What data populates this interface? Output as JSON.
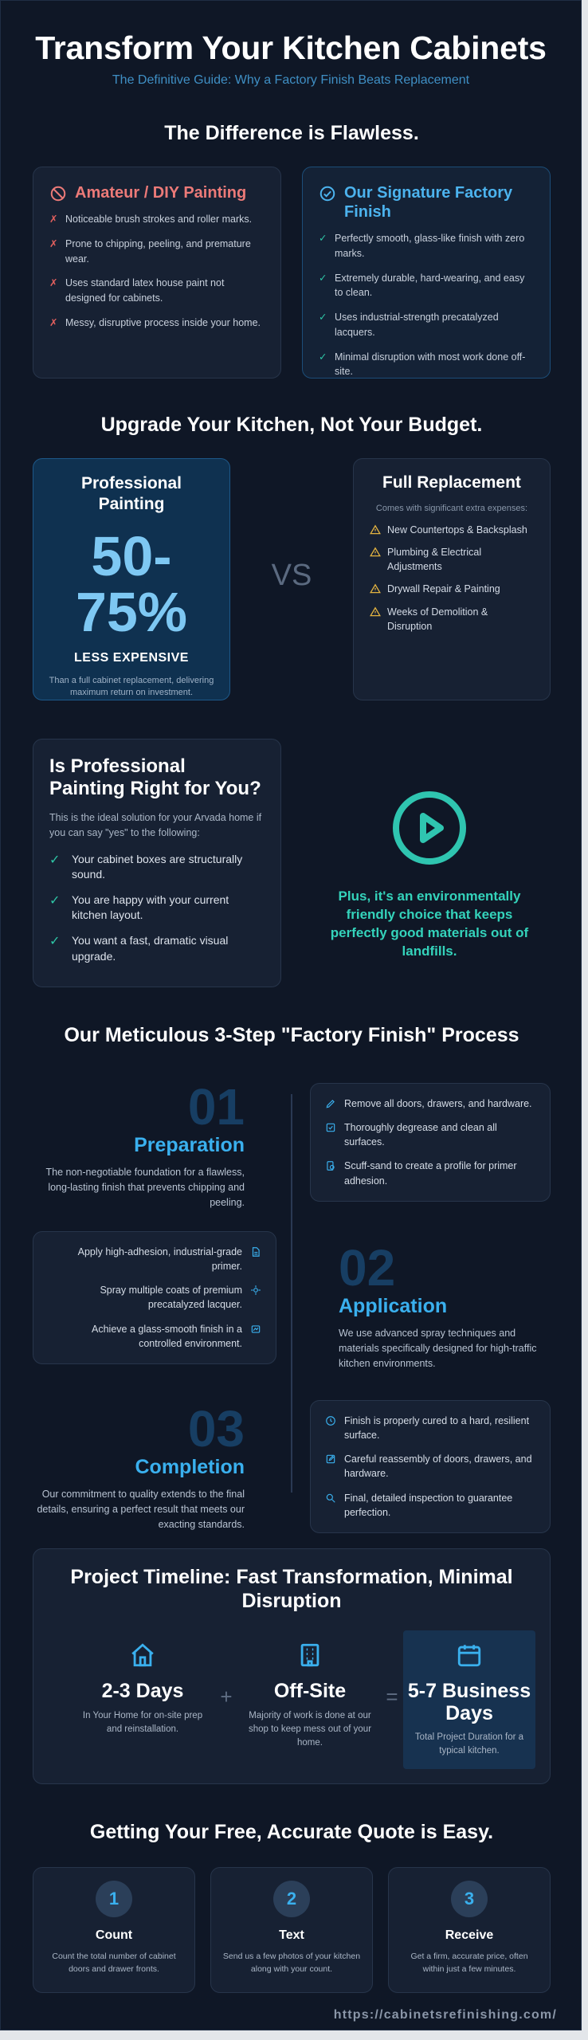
{
  "hero": {
    "title": "Transform Your Kitchen Cabinets",
    "subtitle": "The Definitive Guide: Why a Factory Finish Beats Replacement"
  },
  "difference": {
    "title": "The Difference is Flawless.",
    "amateur": {
      "icon": "prohibited-icon",
      "title": "Amateur / DIY Painting",
      "items": [
        "Noticeable brush strokes and roller marks.",
        "Prone to chipping, peeling, and premature wear.",
        "Uses standard latex house paint not designed for cabinets.",
        "Messy, disruptive process inside your home."
      ]
    },
    "factory": {
      "icon": "check-circle-icon",
      "title": "Our Signature Factory Finish",
      "items": [
        "Perfectly smooth, glass-like finish with zero marks.",
        "Extremely durable, hard-wearing, and easy to clean.",
        "Uses industrial-strength precatalyzed lacquers.",
        "Minimal disruption with most work done off-site."
      ]
    }
  },
  "upgrade": {
    "title": "Upgrade Your Kitchen, Not Your Budget.",
    "painting": {
      "title": "Professional Painting",
      "value": "50-75%",
      "label": "LESS EXPENSIVE",
      "desc": "Than a full cabinet replacement, delivering maximum return on investment."
    },
    "vs": "VS",
    "replacement": {
      "title": "Full Replacement",
      "sub": "Comes with significant extra expenses:",
      "items": [
        "New Countertops & Backsplash",
        "Plumbing & Electrical Adjustments",
        "Drywall Repair & Painting",
        "Weeks of Demolition & Disruption"
      ]
    }
  },
  "fit": {
    "title": "Is Professional Painting Right for You?",
    "intro": "This is the ideal solution for your Arvada home if you can say \"yes\" to the following:",
    "items": [
      "Your cabinet boxes are structurally sound.",
      "You are happy with your current kitchen layout.",
      "You want a fast, dramatic visual upgrade."
    ],
    "eco": "Plus, it's an environmentally friendly choice that keeps perfectly good materials out of landfills."
  },
  "process": {
    "title": "Our Meticulous 3-Step \"Factory Finish\" Process",
    "steps": [
      {
        "num": "01",
        "name": "Preparation",
        "desc": "The non-negotiable foundation for a flawless, long-lasting finish that prevents chipping and peeling.",
        "items": [
          "Remove all doors, drawers, and hardware.",
          "Thoroughly degrease and clean all surfaces.",
          "Scuff-sand to create a profile for primer adhesion."
        ]
      },
      {
        "num": "02",
        "name": "Application",
        "desc": "We use advanced spray techniques and materials specifically designed for high-traffic kitchen environments.",
        "items": [
          "Apply high-adhesion, industrial-grade primer.",
          "Spray multiple coats of premium precatalyzed lacquer.",
          "Achieve a glass-smooth finish in a controlled environment."
        ]
      },
      {
        "num": "03",
        "name": "Completion",
        "desc": "Our commitment to quality extends to the final details, ensuring a perfect result that meets our exacting standards.",
        "items": [
          "Finish is properly cured to a hard, resilient surface.",
          "Careful reassembly of doors, drawers, and hardware.",
          "Final, detailed inspection to guarantee perfection."
        ]
      }
    ]
  },
  "timeline": {
    "title": "Project Timeline: Fast Transformation, Minimal Disruption",
    "plus": "+",
    "equals": "=",
    "items": [
      {
        "icon": "home-icon",
        "value": "2-3 Days",
        "desc": "In Your Home for on-site prep and reinstallation."
      },
      {
        "icon": "building-icon",
        "value": "Off-Site",
        "desc": "Majority of work is done at our shop to keep mess out of your home."
      },
      {
        "icon": "calendar-icon",
        "value": "5-7 Business Days",
        "desc": "Total Project Duration for a typical kitchen."
      }
    ]
  },
  "quote": {
    "title": "Getting Your Free, Accurate Quote is Easy.",
    "steps": [
      {
        "num": "1",
        "title": "Count",
        "desc": "Count the total number of cabinet doors and drawer fronts."
      },
      {
        "num": "2",
        "title": "Text",
        "desc": "Send us a few photos of your kitchen along with your count."
      },
      {
        "num": "3",
        "title": "Receive",
        "desc": "Get a firm, accurate price, often within just a few minutes."
      }
    ]
  },
  "footer": {
    "url": "https://cabinetsrefinishing.com/"
  },
  "colors": {
    "background": "#0f1726",
    "card": "#172133",
    "accent_blue": "#3ab0ee",
    "accent_red": "#ec7a78",
    "accent_teal": "#2ec6a6",
    "warning": "#e3b341"
  }
}
